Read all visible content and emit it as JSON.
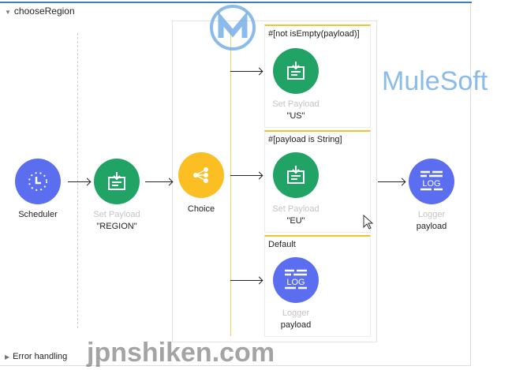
{
  "flow": {
    "title": "chooseRegion",
    "error_handling": "Error handling"
  },
  "nodes": {
    "scheduler": {
      "label": "Scheduler"
    },
    "set_payload_region": {
      "type": "Set Payload",
      "value": "\"REGION\""
    },
    "choice": {
      "label": "Choice"
    },
    "logger_main": {
      "type": "Logger",
      "value": "payload"
    }
  },
  "branches": [
    {
      "condition": "#[not isEmpty(payload)]",
      "type": "Set Payload",
      "value": "\"US\""
    },
    {
      "condition": "#[payload is String]",
      "type": "Set Payload",
      "value": "\"EU\""
    },
    {
      "condition": "Default",
      "type": "Logger",
      "value": "payload"
    }
  ],
  "watermark": {
    "brand": "MuleSoft",
    "site": "jpnshiken.com"
  },
  "colors": {
    "green": "#21a366",
    "blue": "#5b6ef0",
    "yellow": "#fbbf24",
    "branch_accent": "#f1c232"
  }
}
